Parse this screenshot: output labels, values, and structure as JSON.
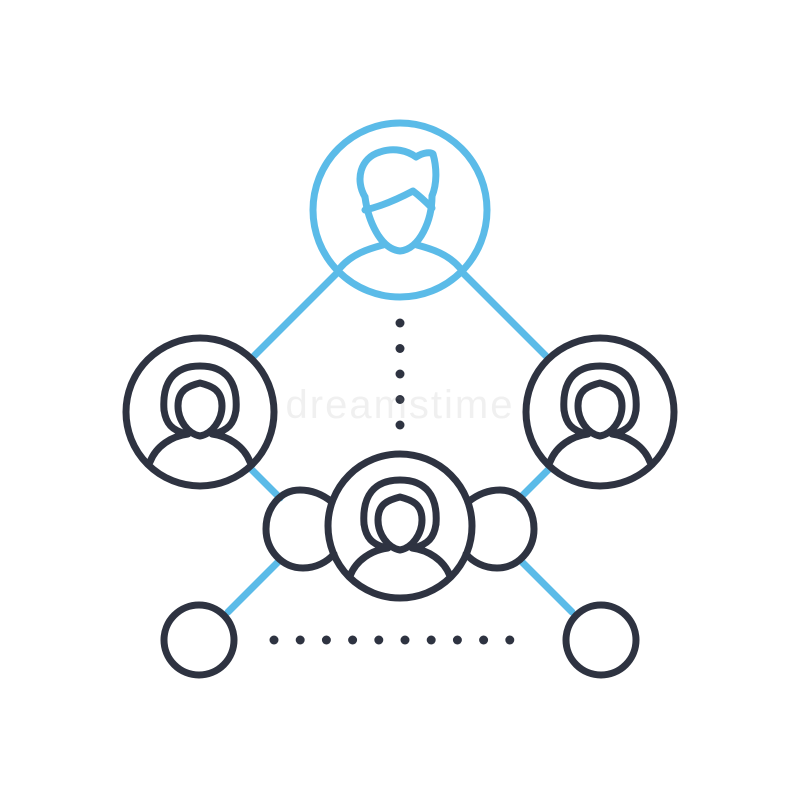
{
  "icon": {
    "name": "team-network-line-icon",
    "colors": {
      "outline": "#2e3341",
      "accent": "#5bbbe8",
      "background": "#ffffff"
    },
    "nodes": [
      {
        "role": "leader",
        "icon": "male-user-icon",
        "color": "accent"
      },
      {
        "role": "member-left",
        "icon": "female-user-icon",
        "color": "outline"
      },
      {
        "role": "member-right",
        "icon": "female-user-icon",
        "color": "outline"
      },
      {
        "role": "member-center",
        "icon": "female-user-icon",
        "color": "outline"
      },
      {
        "role": "empty-node-bottom-left",
        "icon": "circle-icon",
        "color": "outline"
      },
      {
        "role": "empty-node-bottom-right",
        "icon": "circle-icon",
        "color": "outline"
      }
    ]
  },
  "watermark": {
    "text": "dreamstime"
  }
}
